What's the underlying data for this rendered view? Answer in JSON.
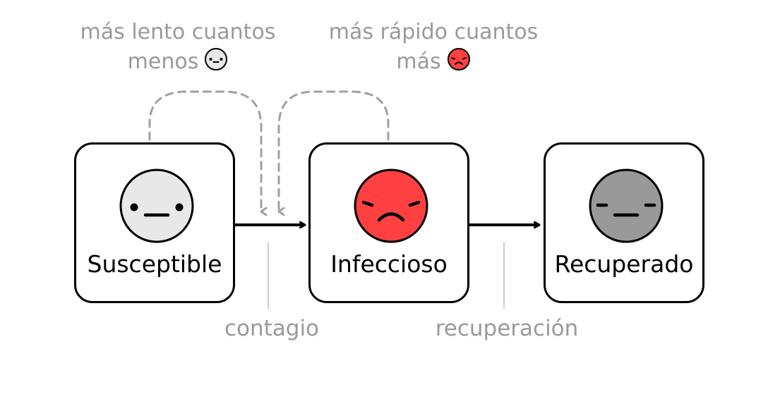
{
  "notes": {
    "slower": {
      "line1": "más lento cuantos",
      "line2": "menos"
    },
    "faster": {
      "line1": "más rápido cuantos",
      "line2": "más"
    }
  },
  "states": [
    {
      "label": "Susceptible",
      "face": "neutral-face-icon",
      "color": "#e8e8e8"
    },
    {
      "label": "Infeccioso",
      "face": "sad-face-icon",
      "color": "#ff4040"
    },
    {
      "label": "Recuperado",
      "face": "flat-face-icon",
      "color": "#999999"
    }
  ],
  "transitions": [
    {
      "label": "contagio"
    },
    {
      "label": "recuperación"
    }
  ],
  "colors": {
    "stroke": "#000000",
    "muted": "#9a9a9a",
    "dashed": "#a0a0a0"
  }
}
